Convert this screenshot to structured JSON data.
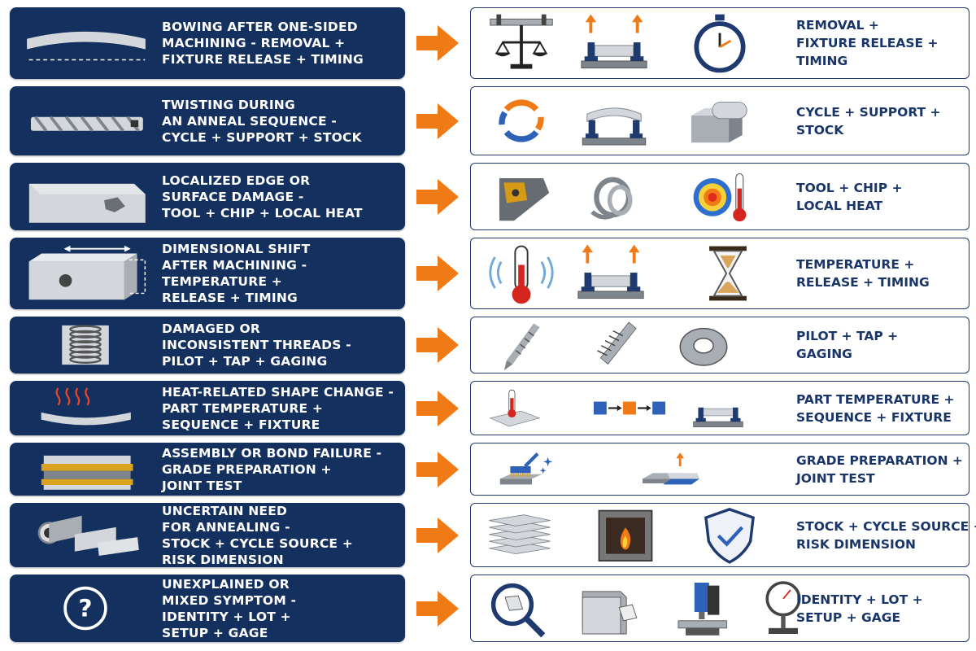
{
  "rows": [
    {
      "symptom": [
        "BOWING AFTER ONE-SIDED",
        "MACHINING - REMOVAL +",
        "FIXTURE RELEASE + TIMING"
      ],
      "symptom_icon": "bowed-bar-icon",
      "factor_icons": [
        "balance-scale-icon",
        "fixture-release-icon",
        "stopwatch-icon"
      ],
      "factors": [
        "REMOVAL +",
        "FIXTURE RELEASE +",
        "TIMING"
      ]
    },
    {
      "symptom": [
        "TWISTING DURING",
        "AN ANNEAL SEQUENCE -",
        "CYCLE + SUPPORT + STOCK"
      ],
      "symptom_icon": "twisted-bar-icon",
      "factor_icons": [
        "cycle-arrows-icon",
        "support-fixture-icon",
        "bar-stock-icon"
      ],
      "factors": [
        "CYCLE + SUPPORT +",
        "STOCK"
      ]
    },
    {
      "symptom": [
        "LOCALIZED EDGE OR",
        "SURFACE DAMAGE -",
        "TOOL + CHIP + LOCAL HEAT"
      ],
      "symptom_icon": "damaged-plate-icon",
      "factor_icons": [
        "cutting-insert-icon",
        "chip-curl-icon",
        "heat-spot-thermometer-icon"
      ],
      "factors": [
        "TOOL + CHIP +",
        "LOCAL HEAT"
      ]
    },
    {
      "symptom": [
        "DIMENSIONAL SHIFT",
        "AFTER MACHINING -",
        "TEMPERATURE +",
        "RELEASE + TIMING"
      ],
      "symptom_icon": "shifted-block-icon",
      "factor_icons": [
        "thermometer-icon",
        "fixture-release-icon",
        "hourglass-icon"
      ],
      "factors": [
        "TEMPERATURE +",
        "RELEASE + TIMING"
      ]
    },
    {
      "symptom": [
        "DAMAGED OR",
        "INCONSISTENT THREADS -",
        "PILOT + TAP + GAGING"
      ],
      "symptom_icon": "threaded-hole-icon",
      "factor_icons": [
        "drill-bit-icon",
        "tap-icon",
        "ring-gage-icon"
      ],
      "factors": [
        "PILOT + TAP +",
        "GAGING"
      ]
    },
    {
      "symptom": [
        "HEAT-RELATED SHAPE CHANGE -",
        "PART TEMPERATURE +",
        "SEQUENCE + FIXTURE"
      ],
      "symptom_icon": "heated-bent-bar-icon",
      "factor_icons": [
        "part-thermometer-icon",
        "sequence-steps-icon",
        "fixture-icon"
      ],
      "factors": [
        "PART TEMPERATURE +",
        "SEQUENCE + FIXTURE"
      ]
    },
    {
      "symptom": [
        "ASSEMBLY OR BOND FAILURE -",
        "GRADE PREPARATION +",
        "JOINT TEST"
      ],
      "symptom_icon": "bonded-layers-icon",
      "factor_icons": [
        "wire-brush-icon",
        "lap-joint-test-icon"
      ],
      "factors": [
        "GRADE PREPARATION +",
        "JOINT TEST"
      ]
    },
    {
      "symptom": [
        "UNCERTAIN NEED",
        "FOR ANNEALING -",
        "STOCK + CYCLE SOURCE +",
        "RISK DIMENSION"
      ],
      "symptom_icon": "stock-shapes-icon",
      "factor_icons": [
        "plate-stack-icon",
        "furnace-icon",
        "shield-check-icon"
      ],
      "factors": [
        "STOCK + CYCLE SOURCE +",
        "RISK DIMENSION"
      ]
    },
    {
      "symptom": [
        "UNEXPLAINED OR",
        "MIXED SYMPTOM -",
        "IDENTITY + LOT +",
        "SETUP + GAGE"
      ],
      "symptom_icon": "question-circle-icon",
      "factor_icons": [
        "tag-magnifier-icon",
        "lot-bin-icon",
        "milling-machine-icon",
        "dial-gage-icon"
      ],
      "factors": [
        "IDENTITY + LOT +",
        "SETUP + GAGE"
      ]
    }
  ],
  "colors": {
    "navy": "#14305e",
    "accent": "#f07a16",
    "fix_text": "#1a3568",
    "steel": "#a9aeb5"
  }
}
